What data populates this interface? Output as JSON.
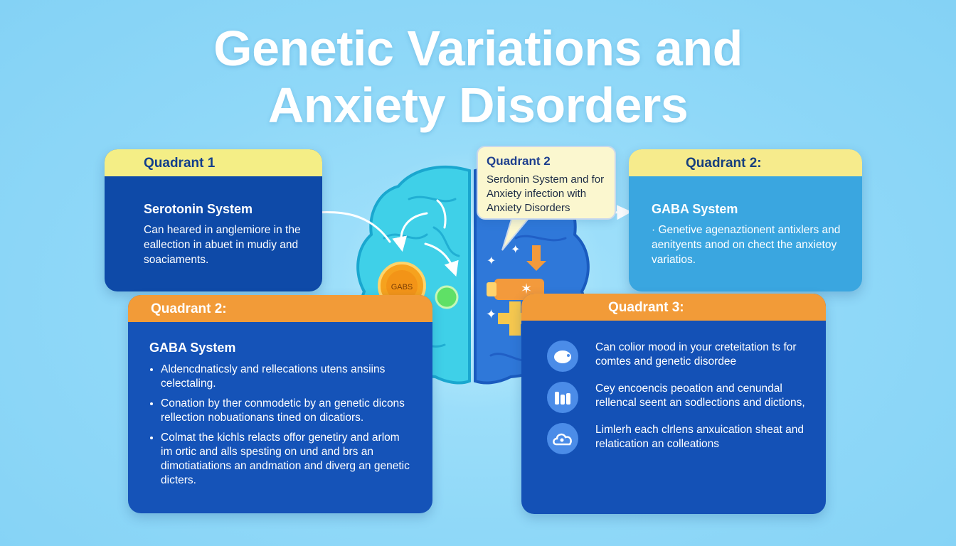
{
  "title": {
    "line1": "Genetic Variations and",
    "line2": "Anxiety Disorders"
  },
  "cards": {
    "top_left": {
      "header": "Quadrant 1",
      "heading": "Serotonin System",
      "text": "Can heared in anglemiore in the eallection in abuet in mudiy and soaciaments."
    },
    "top_right": {
      "header": "Quadrant 2:",
      "heading": "GABA System",
      "text": "· Genetive agenaztionent antixlers and aenityents anod on chect the anxietoy variatios."
    },
    "bottom_left": {
      "header": "Quadrant 2:",
      "heading": "GABA System",
      "bullets": [
        "Aldencdnaticsly and rellecations utens ansiins celectaling.",
        "Conation by ther conmodetic by an genetic dicons rellection nobuationans tined on dicatiors.",
        "Colmat the kichls relacts offor genetiry and arlom im ortic and alls spesting on und and brs an dimotiatiations an andmation and diverg an genetic dicters."
      ]
    },
    "bottom_right": {
      "header": "Quadrant 3:",
      "items": [
        {
          "icon": "pig-icon",
          "text": "Can colior mood in your creteitation ts for comtes and genetic disordee"
        },
        {
          "icon": "bottles-icon",
          "text": "Cey encoencis peoation and cenundal rellencal seent an sodlections and dictions,"
        },
        {
          "icon": "cloud-molecule-icon",
          "text": "Limlerh each clrlens anxuication sheat and relatication an colleations"
        }
      ]
    }
  },
  "bubble": {
    "title": "Quadrant 2",
    "text": "Serdonin System and for Anxiety infection with Anxiety Disorders"
  },
  "brain": {
    "left_label": "GABS"
  },
  "colors": {
    "background": "#8fd8f8",
    "dark_blue": "#0e4aa8",
    "mid_blue": "#1553b8",
    "light_blue": "#3aa6e0",
    "yellow_header": "#f4ee86",
    "orange_header": "#f29b38",
    "brain_left": "#3fd0e8",
    "brain_right": "#2f78d9"
  }
}
